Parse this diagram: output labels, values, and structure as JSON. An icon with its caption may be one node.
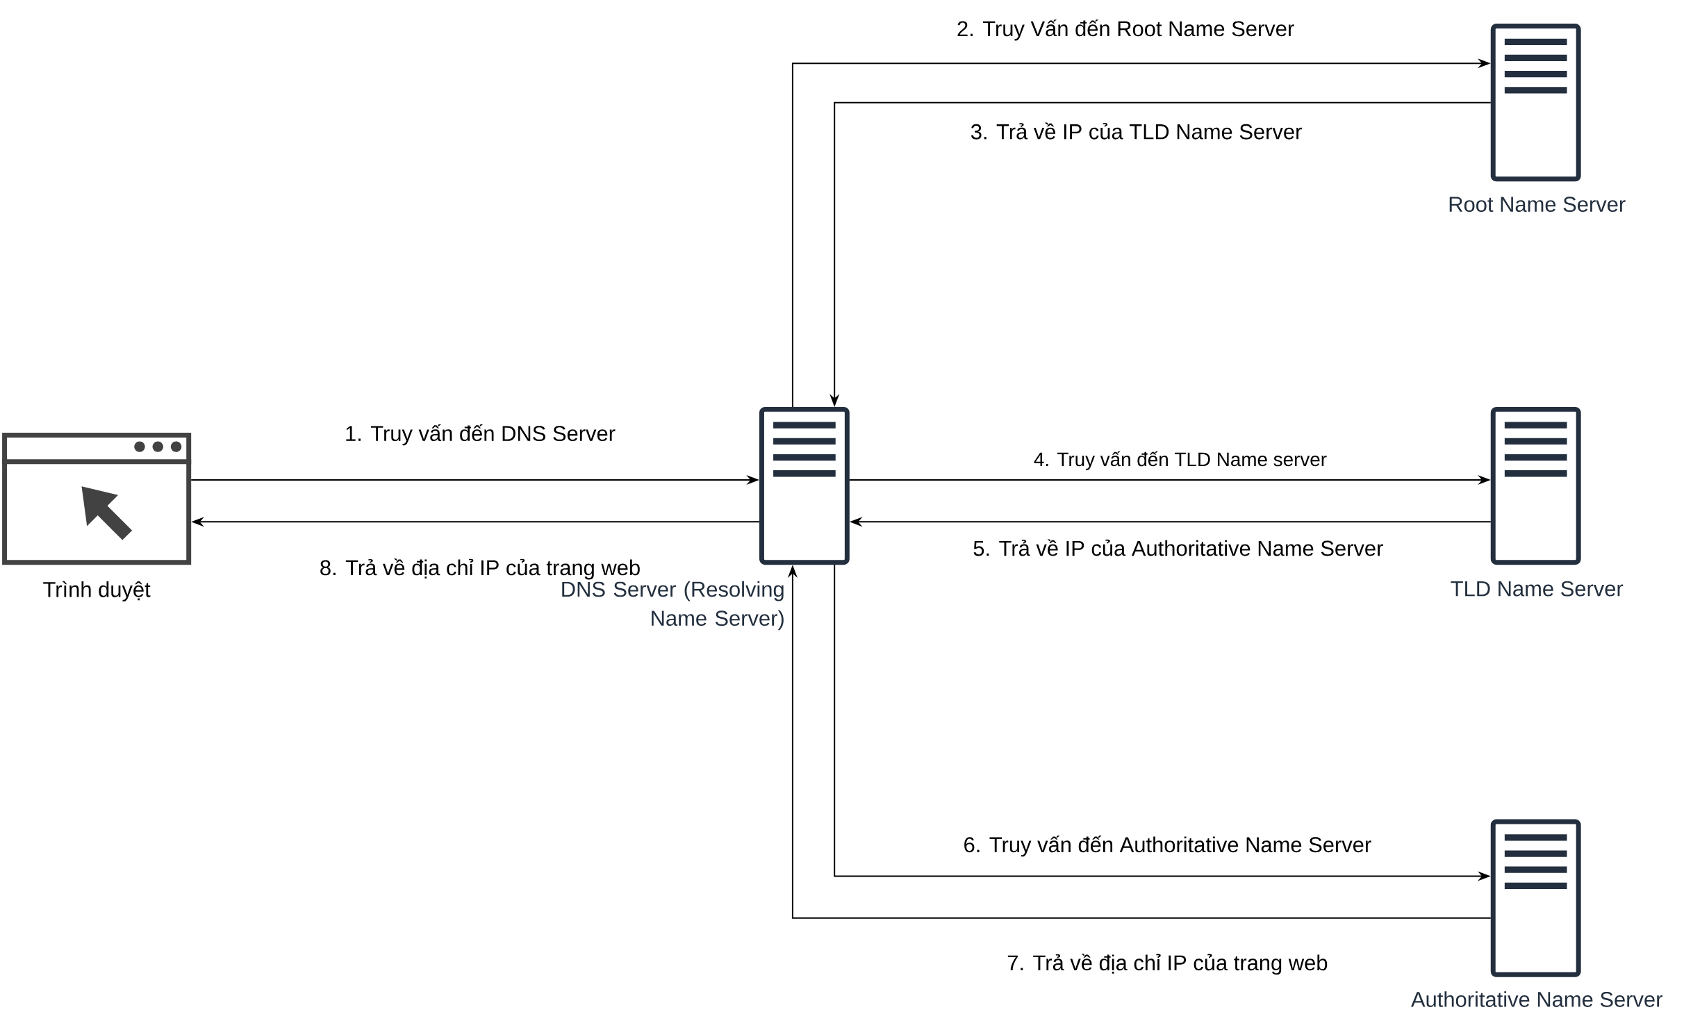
{
  "diagram": {
    "nodes": [
      {
        "text": [
          "Trình duyệt"
        ]
      },
      {
        "text": [
          "DNS Server (Resolving Name Server)"
        ]
      },
      {
        "text": [
          "Root Name Server"
        ]
      },
      {
        "text": [
          "TLD Name Server"
        ]
      },
      {
        "text": [
          "Authoritative Name Server"
        ]
      }
    ],
    "edges": [
      {
        "from": 0,
        "to": 1,
        "arrow": "to",
        "label": "1. Truy vấn đến DNS Server"
      },
      {
        "from": 1,
        "to": 2,
        "arrow": "to",
        "label": "2. Truy Vấn đến Root Name Server"
      },
      {
        "from": 2,
        "to": 1,
        "arrow": "to",
        "label": "3. Trả về IP của TLD Name Server"
      },
      {
        "from": 1,
        "to": 3,
        "arrow": "to",
        "label": "4. Truy vấn đến TLD Name server"
      },
      {
        "from": 3,
        "to": 1,
        "arrow": "to",
        "label": "5. Trả về IP của Authoritative Name Server"
      },
      {
        "from": 1,
        "to": 4,
        "arrow": "to",
        "label": "6. Truy vấn đến Authoritative Name Server"
      },
      {
        "from": 4,
        "to": 1,
        "arrow": "to",
        "label": "7. Trả về địa chỉ IP của trang web"
      },
      {
        "from": 1,
        "to": 0,
        "arrow": "to",
        "label": "8. Trả về địa chỉ IP của trang web"
      }
    ]
  }
}
